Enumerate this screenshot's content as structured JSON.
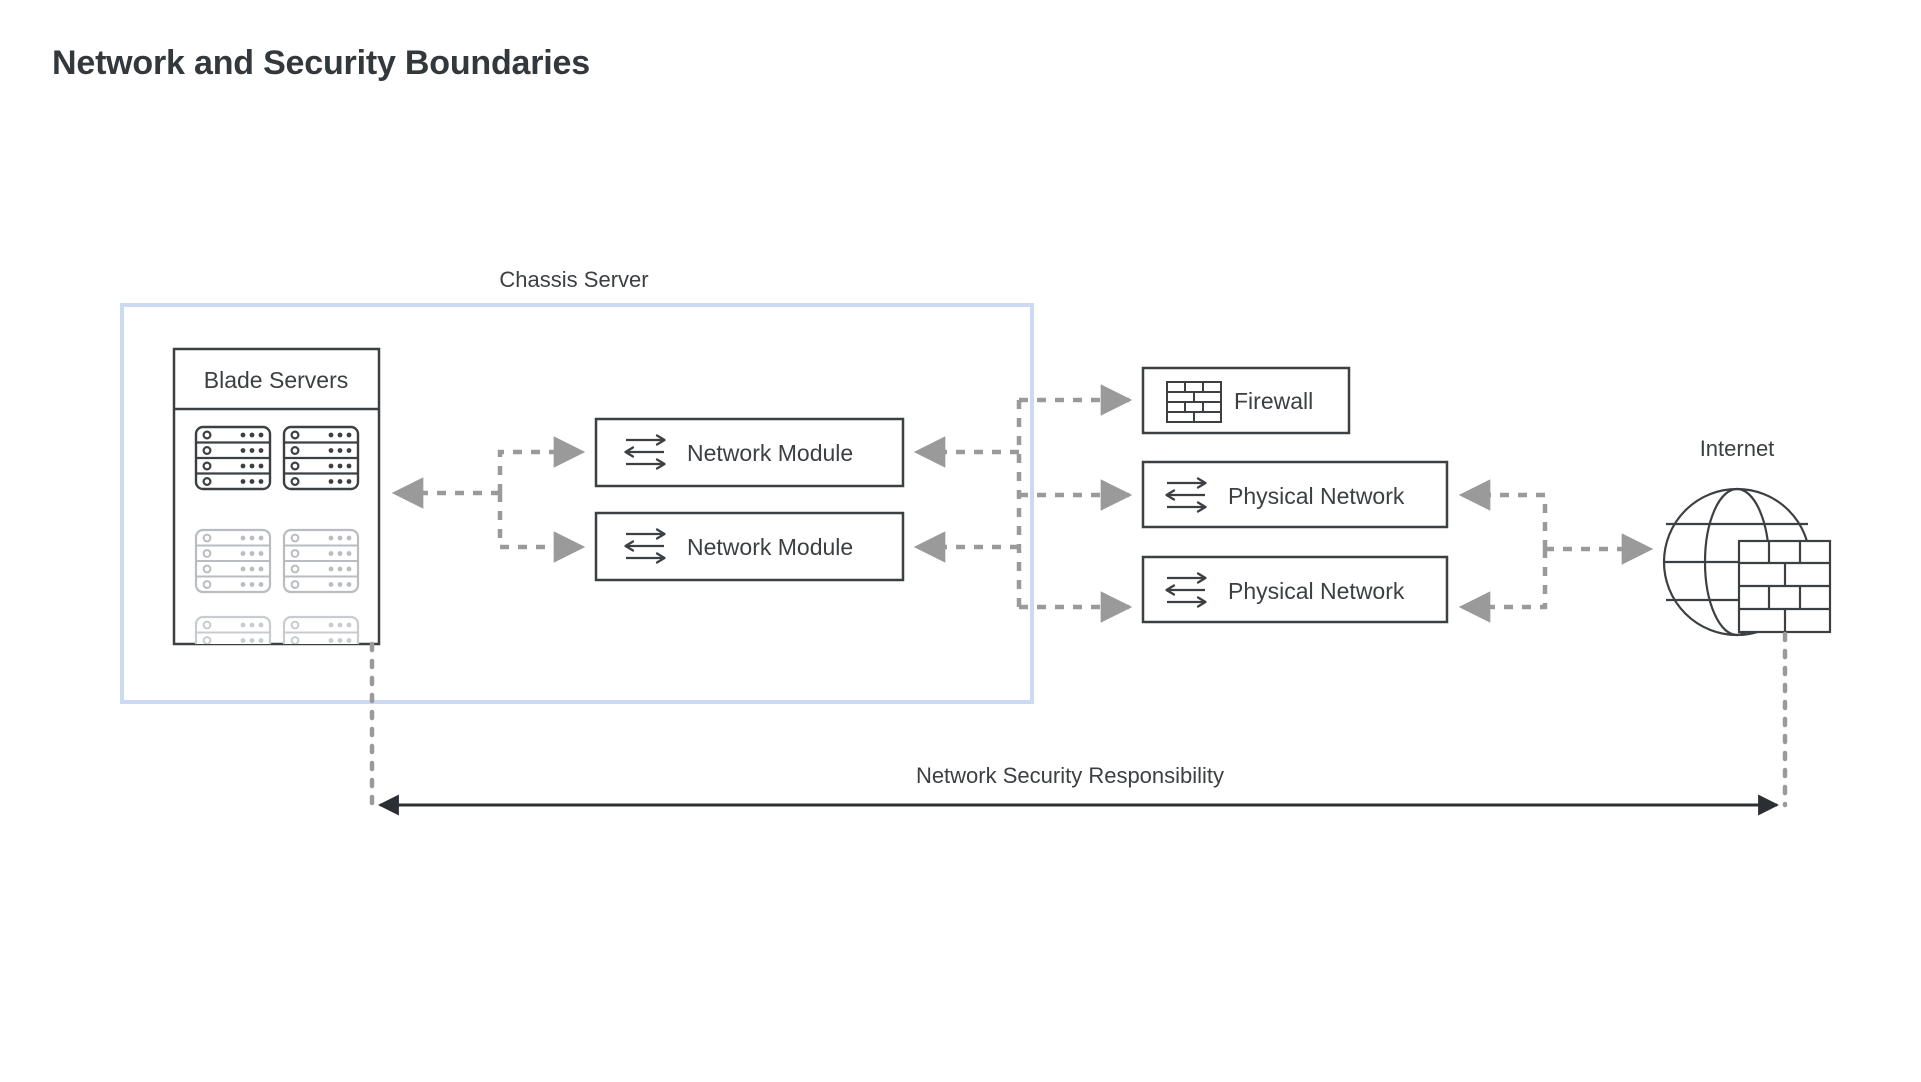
{
  "page": {
    "title": "Network and Security Boundaries",
    "background": "#ffffff"
  },
  "colors": {
    "title_text": "#33383d",
    "node_stroke": "#3c4043",
    "node_label": "#3c4043",
    "node_fill": "#ffffff",
    "chassis_border": "#ccd9f3",
    "connector": "#9a9a9a",
    "span_arrow": "#2b2f33",
    "blade_active": "#3c4043",
    "blade_dim": "#b9bcc0"
  },
  "diagram": {
    "type": "network-architecture",
    "groups": [
      {
        "id": "chassis-server",
        "label": "Chassis Server",
        "label_position": "top-center",
        "border_color": "#ccd9f3"
      }
    ],
    "nodes": [
      {
        "id": "blade-servers",
        "label": "Blade Servers",
        "icon": "server-rack-icon",
        "kind": "container",
        "parent": "chassis-server",
        "racks": [
          {
            "state": "active",
            "units": 4
          },
          {
            "state": "active",
            "units": 4
          },
          {
            "state": "dim",
            "units": 4
          },
          {
            "state": "dim",
            "units": 4
          },
          {
            "state": "dim-clipped",
            "units": 1
          },
          {
            "state": "dim-clipped",
            "units": 1
          }
        ]
      },
      {
        "id": "network-module-1",
        "label": "Network Module",
        "icon": "network-switch-icon",
        "kind": "box",
        "parent": "chassis-server"
      },
      {
        "id": "network-module-2",
        "label": "Network Module",
        "icon": "network-switch-icon",
        "kind": "box",
        "parent": "chassis-server"
      },
      {
        "id": "firewall",
        "label": "Firewall",
        "icon": "brick-wall-icon",
        "kind": "box",
        "parent": null
      },
      {
        "id": "physical-network-1",
        "label": "Physical Network",
        "icon": "network-switch-icon",
        "kind": "box",
        "parent": null
      },
      {
        "id": "physical-network-2",
        "label": "Physical Network",
        "icon": "network-switch-icon",
        "kind": "box",
        "parent": null
      },
      {
        "id": "internet",
        "label": "Internet",
        "icon": "globe-firewall-icon",
        "kind": "icon-node",
        "parent": null
      }
    ],
    "span": {
      "id": "network-security-responsibility",
      "label": "Network Security Responsibility",
      "arrow_style": "double-headed",
      "from_node": "blade-servers",
      "to_node": "internet"
    }
  }
}
